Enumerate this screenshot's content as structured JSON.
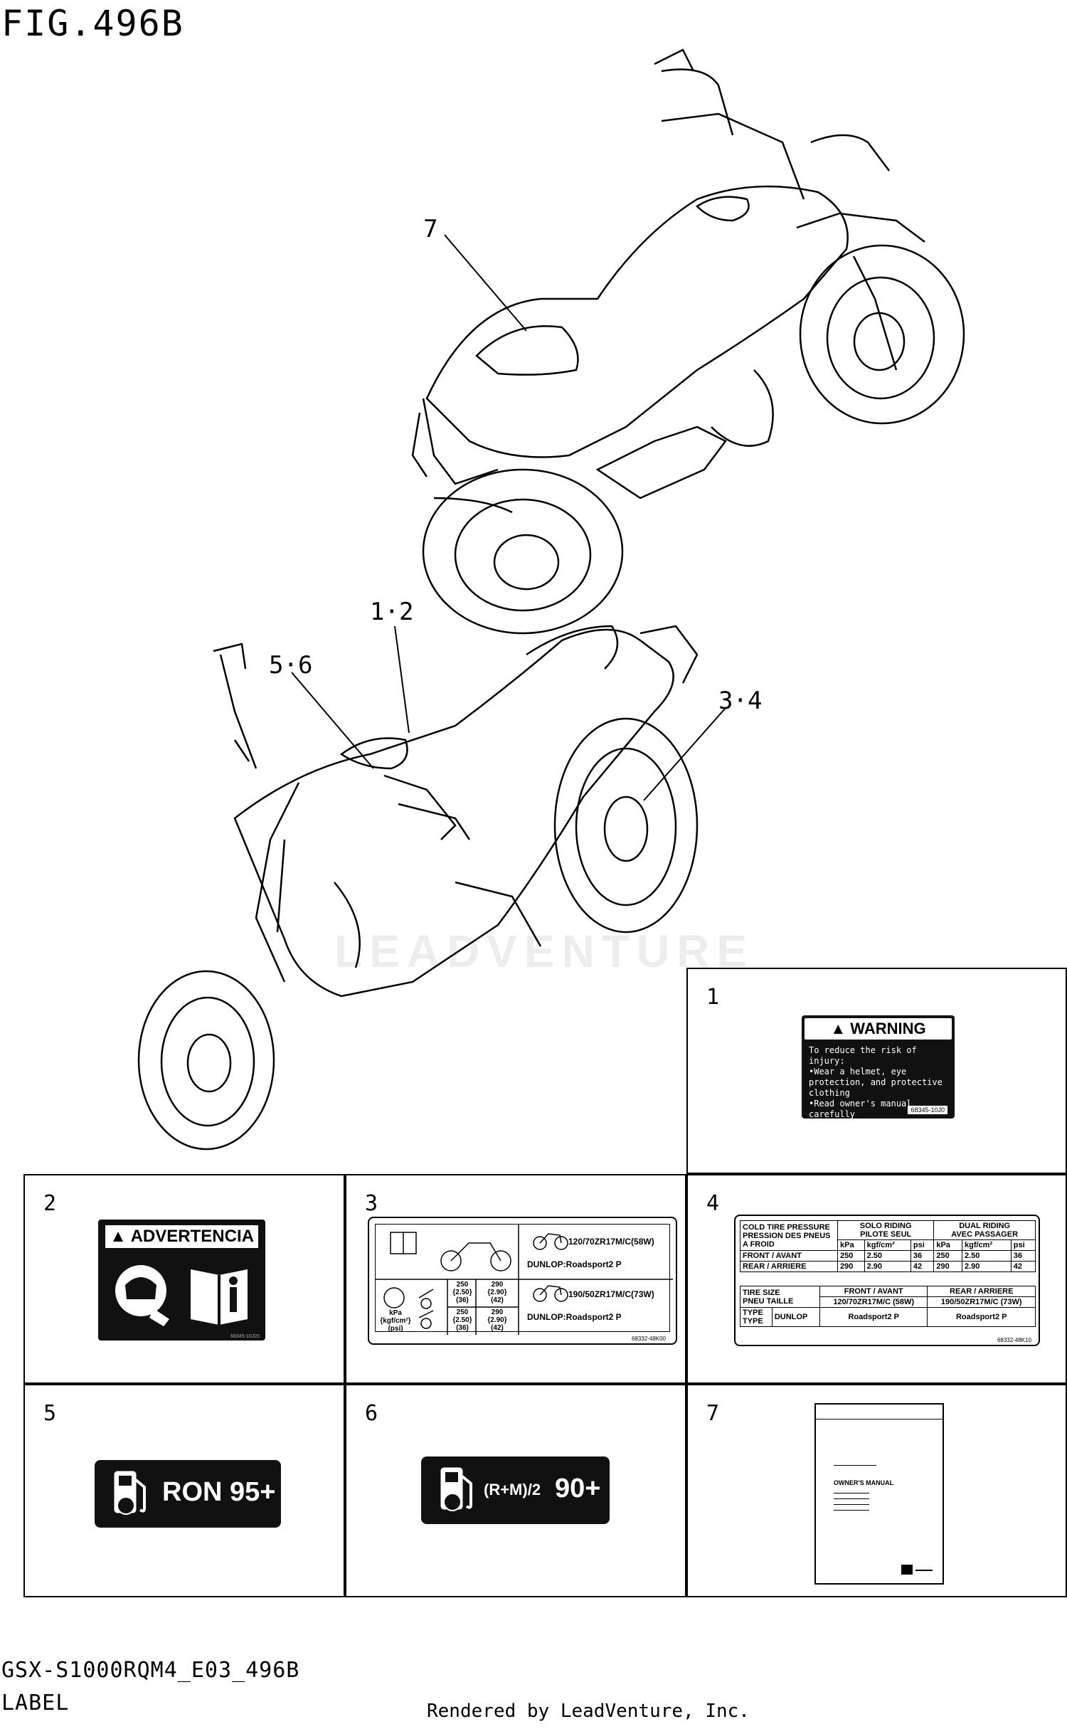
{
  "figure_title": "FIG.496B",
  "callouts": [
    "7",
    "1·2",
    "5·6",
    "3·4"
  ],
  "watermark": "LEADVENTURE",
  "cells": {
    "c1": {
      "no": "1"
    },
    "c2": {
      "no": "2"
    },
    "c3": {
      "no": "3"
    },
    "c4": {
      "no": "4"
    },
    "c5": {
      "no": "5"
    },
    "c6": {
      "no": "6"
    },
    "c7": {
      "no": "7"
    }
  },
  "label1": {
    "heading": "WARNING",
    "lines": [
      "To reduce the risk of injury:",
      "•Wear a helmet, eye",
      "  protection, and protective",
      "  clothing",
      "•Read owner's manual",
      "  carefully"
    ],
    "code": "68345-10J0"
  },
  "label2": {
    "heading": "ADVERTENCIA",
    "code": "68345-10J20"
  },
  "label3": {
    "front_size": "120/70ZR17M/C(58W)",
    "front_tire": "DUNLOP:Roadsport2 P",
    "rear_size": "190/50ZR17M/C(73W)",
    "rear_tire": "DUNLOP:Roadsport2 P",
    "units": [
      "kPa",
      "{kgf/cm²}",
      "(psi)"
    ],
    "solo_front": [
      "250",
      "{2.50}",
      "(36)"
    ],
    "solo_rear": [
      "290",
      "{2.90}",
      "(42)"
    ],
    "dual_front": [
      "250",
      "{2.50}",
      "(36)"
    ],
    "dual_rear": [
      "290",
      "{2.90}",
      "(42)"
    ],
    "code": "68332-48K00"
  },
  "label4": {
    "cold_tire": [
      "COLD TIRE PRESSURE",
      "PRESSION DES PNEUS",
      "A FROID"
    ],
    "solo": [
      "SOLO RIDING",
      "PILOTE SEUL"
    ],
    "dual": [
      "DUAL RIDING",
      "AVEC PASSAGER"
    ],
    "units": [
      "kPa",
      "kgf/cm²",
      "psi",
      "kPa",
      "kgf/cm²",
      "psi"
    ],
    "front_label": "FRONT / AVANT",
    "rear_label": "REAR / ARRIERE",
    "front_vals": [
      "250",
      "2.50",
      "36",
      "250",
      "2.50",
      "36"
    ],
    "rear_vals": [
      "290",
      "2.90",
      "42",
      "290",
      "2.90",
      "42"
    ],
    "tire_size": [
      "TIRE SIZE",
      "PNEU TAILLE"
    ],
    "col_front": "FRONT / AVANT",
    "col_rear": "REAR / ARRIERE",
    "size_front": "120/70ZR17M/C (58W)",
    "size_rear": "190/50ZR17M/C (73W)",
    "type": [
      "TYPE",
      "TYPE"
    ],
    "brand": "DUNLOP",
    "model_front": "Roadsport2 P",
    "model_rear": "Roadsport2 P",
    "code": "68332-48K10"
  },
  "label5": {
    "text": "RON 95+"
  },
  "label6": {
    "prefix": "(R+M)/2",
    "value": "90+"
  },
  "label7": {
    "title": "OWNER'S MANUAL"
  },
  "footer": {
    "code": "GSX-S1000RQM4_E03_496B",
    "name": "LABEL",
    "rendered": "Rendered by LeadVenture, Inc."
  }
}
